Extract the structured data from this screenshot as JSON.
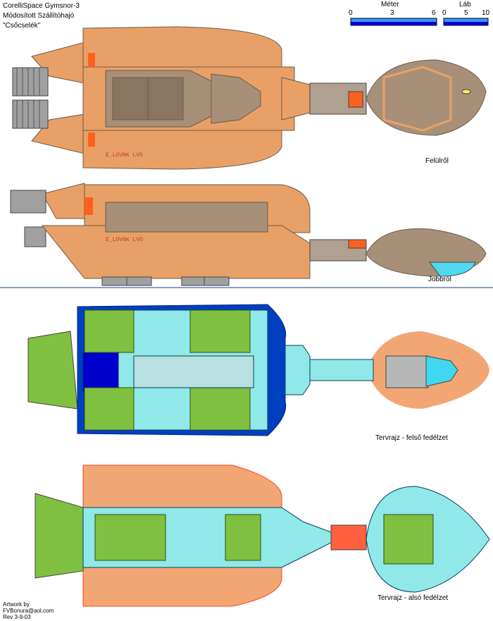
{
  "header": {
    "line1": "CorelliSpace Gymsnor-3",
    "line2": "Módosított Szállítóhajó",
    "line3": "\"Csőcselék\""
  },
  "scale": {
    "meter_title": "Méter",
    "meter_ticks": [
      "0",
      "3",
      "6"
    ],
    "lab_title": "Láb",
    "lab_ticks": [
      "0",
      "5",
      "10"
    ],
    "bar_dark": "#0000cc",
    "bar_light": "#3399ff"
  },
  "views": {
    "top": "Felülről",
    "side": "Jobbról",
    "upper_deck": "Tervrajz - felső fedélzet",
    "lower_deck": "Tervrajz - alsó fedélzet"
  },
  "hull_markings": {
    "top": "E_LOVNK LVO",
    "side": "E_LOVNK LVO"
  },
  "credits": {
    "line1": "Artwork by",
    "line2": "FVBonura@aol.com",
    "line3": "Rev 3-9-03"
  },
  "colors": {
    "hull": "#e8a066",
    "hull_dark": "#c07840",
    "grey": "#a89078",
    "grey_dark": "#6b5a4a",
    "deck_blue": "#0040c0",
    "deck_cyan": "#90e8e8",
    "deck_green": "#80c040",
    "red_outline": "#ff4020",
    "divider": "#1a3a9a"
  }
}
